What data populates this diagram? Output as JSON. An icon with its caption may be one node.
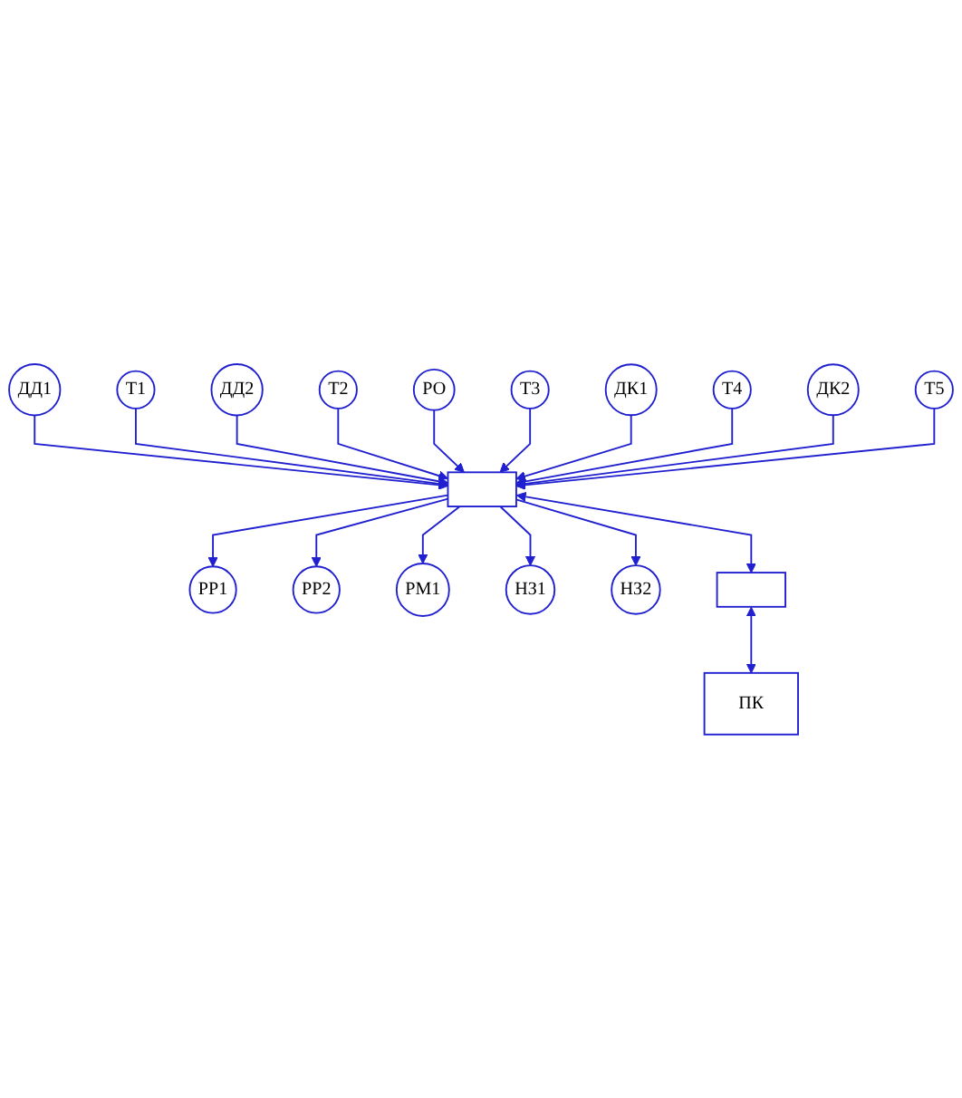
{
  "diagram": {
    "nodes": [
      {
        "text": [
          "Т1"
        ]
      },
      {
        "text": [
          "Т2"
        ]
      },
      {
        "text": [
          "Т3"
        ]
      },
      {
        "text": [
          "Т4"
        ]
      },
      {
        "text": [
          "Т5"
        ]
      },
      {
        "text": [
          "ДД1"
        ]
      },
      {
        "text": [
          "ДД2"
        ]
      },
      {
        "text": [
          "РО"
        ]
      },
      {
        "text": [
          "ДК1"
        ]
      },
      {
        "text": [
          "ДК2"
        ]
      },
      {
        "text": [],
        "shape": "box"
      },
      {
        "text": [
          "РР1"
        ]
      },
      {
        "text": [
          "РР2"
        ]
      },
      {
        "text": [
          "РМ1"
        ]
      },
      {
        "text": [
          "НЗ1"
        ]
      },
      {
        "text": [
          "НЗ2"
        ]
      },
      {
        "text": [],
        "shape": "box"
      },
      {
        "text": [
          "ПК"
        ]
      }
    ],
    "edges": [
      {
        "from": 5,
        "to": 10,
        "arrow": "to"
      },
      {
        "from": 0,
        "to": 10,
        "arrow": "to"
      },
      {
        "from": 6,
        "to": 10,
        "arrow": "to"
      },
      {
        "from": 1,
        "to": 10,
        "arrow": "to"
      },
      {
        "from": 7,
        "to": 10,
        "arrow": "to"
      },
      {
        "from": 2,
        "to": 10,
        "arrow": "to"
      },
      {
        "from": 8,
        "to": 10,
        "arrow": "to"
      },
      {
        "from": 3,
        "to": 10,
        "arrow": "to"
      },
      {
        "from": 9,
        "to": 10,
        "arrow": "to"
      },
      {
        "from": 4,
        "to": 10,
        "arrow": "to"
      },
      {
        "from": 10,
        "to": 11,
        "arrow": "to"
      },
      {
        "from": 10,
        "to": 12,
        "arrow": "to"
      },
      {
        "from": 10,
        "to": 13,
        "arrow": "to"
      },
      {
        "from": 10,
        "to": 14,
        "arrow": "to"
      },
      {
        "from": 10,
        "to": 15,
        "arrow": "to"
      },
      {
        "from": 10,
        "to": 16,
        "arrow": "both"
      },
      {
        "from": 16,
        "to": 17,
        "arrow": "both"
      }
    ]
  }
}
